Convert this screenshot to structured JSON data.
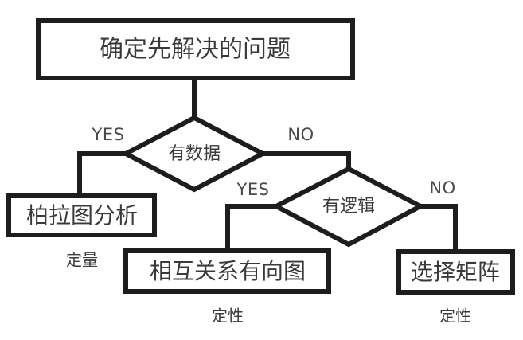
{
  "diagram": {
    "type": "flowchart",
    "title": "",
    "background_color": "#ffffff",
    "stroke_color": "#1d1d1d",
    "text_color": "#3a3a3a",
    "nodes": {
      "start": {
        "shape": "rectangle",
        "label": "确定先解决的问题"
      },
      "decision_data": {
        "shape": "diamond",
        "label": "有数据"
      },
      "decision_logic": {
        "shape": "diamond",
        "label": "有逻辑"
      },
      "pareto": {
        "shape": "rectangle",
        "label": "柏拉图分析",
        "caption": "定量"
      },
      "digraph": {
        "shape": "rectangle",
        "label": "相互关系有向图",
        "caption": "定性"
      },
      "matrix": {
        "shape": "rectangle",
        "label": "选择矩阵",
        "caption": "定性"
      }
    },
    "edges": {
      "data_yes": "YES",
      "data_no": "NO",
      "logic_yes": "YES",
      "logic_no": "NO"
    }
  }
}
